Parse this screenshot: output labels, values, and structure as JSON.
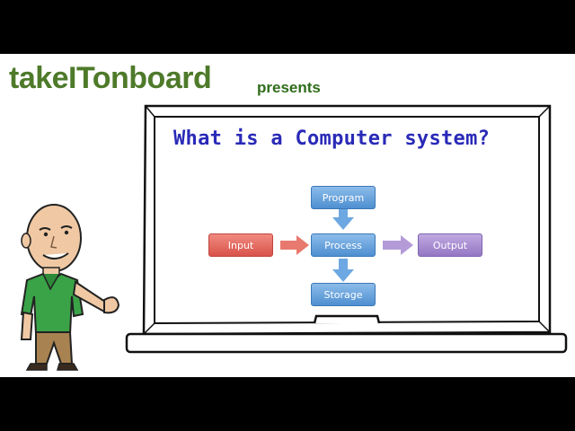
{
  "header": {
    "brand": "takeITonboard",
    "presents": "presents"
  },
  "board": {
    "question": "What is a Computer system?"
  },
  "diagram": {
    "nodes": {
      "program": "Program",
      "input": "Input",
      "process": "Process",
      "output": "Output",
      "storage": "Storage"
    },
    "colors": {
      "program": "#5a9ad8",
      "input": "#e06a60",
      "process": "#5a9ad8",
      "output": "#a88ad0",
      "storage": "#5a9ad8"
    }
  }
}
